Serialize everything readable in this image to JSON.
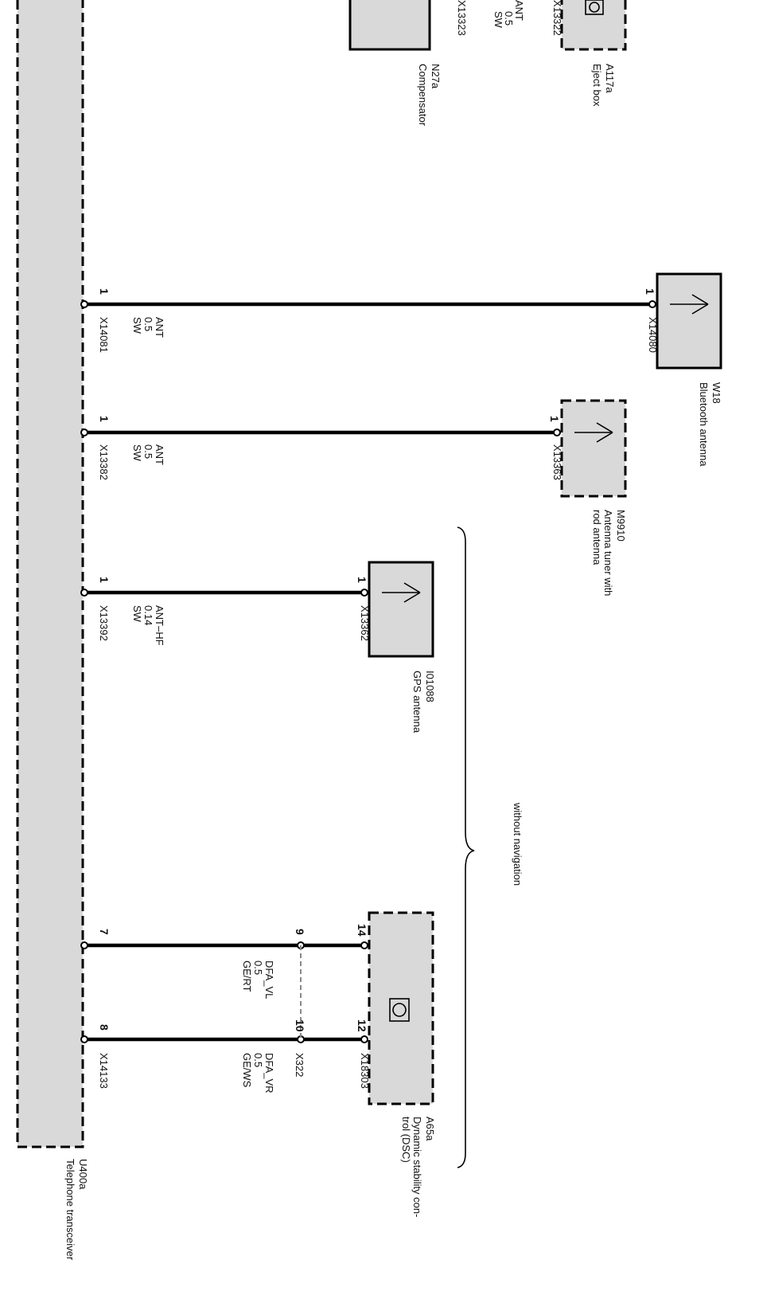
{
  "components": {
    "eject_box": {
      "id": "A117a",
      "name": "Eject box",
      "connector": "X13322"
    },
    "compensator": {
      "id": "N27a",
      "name": "Compensator",
      "connector": "X13323"
    },
    "bluetooth_antenna": {
      "id": "W18",
      "name": "Bluetooth antenna",
      "connector": "X14080",
      "pin": "1"
    },
    "antenna_tuner": {
      "id": "M9910",
      "name_line1": "Antenna tuner with",
      "name_line2": "rod antenna",
      "connector": "X13363",
      "pin": "1"
    },
    "gps_antenna": {
      "id": "I01088",
      "name": "GPS antenna",
      "connector": "X13362",
      "pin": "1"
    },
    "dsc": {
      "id": "A65a",
      "name_line1": "Dynamic stability con-",
      "name_line2": "trol (DSC)",
      "connector": "X18303",
      "pin_a": "14",
      "pin_b": "12"
    },
    "inline_connector": {
      "id": "X322",
      "pin_a": "9",
      "pin_b": "10"
    },
    "transceiver": {
      "id": "U400a",
      "name": "Telephone transceiver"
    }
  },
  "wires": {
    "top_partial": {
      "signal": "ANT",
      "size": "0.5",
      "color": "SW"
    },
    "bluetooth": {
      "connector": "X14081",
      "pin": "1",
      "signal": "ANT",
      "size": "0.5",
      "color": "SW"
    },
    "antenna_tuner": {
      "connector": "X13382",
      "pin": "1",
      "signal": "ANT",
      "size": "0.5",
      "color": "SW"
    },
    "gps": {
      "connector": "X13392",
      "pin": "1",
      "signal": "ANT–HF",
      "size": "0.14",
      "color": "SW"
    },
    "dfa_vl": {
      "signal": "DFA_VL",
      "size": "0.5",
      "color": "GE/RT",
      "pin": "7"
    },
    "dfa_vr": {
      "signal": "DFA_VR",
      "size": "0.5",
      "color": "GE/WS",
      "pin": "8",
      "connector": "X14133"
    }
  },
  "annotations": {
    "variant_note": "without navigation"
  }
}
